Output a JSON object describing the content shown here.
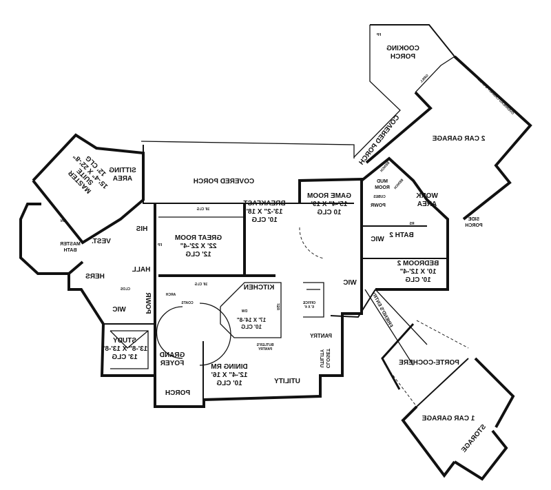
{
  "title": "First floor plan",
  "mirrored": true,
  "rooms": {
    "cooking_porch": [
      "COOKING",
      "PORCH"
    ],
    "covered_porch_diag": [
      "COVERED PORCH"
    ],
    "garage2": [
      "2 CAR GARAGE"
    ],
    "sitting": [
      "SITTING",
      "AREA"
    ],
    "master_suite": [
      "MASTER",
      "SUITE",
      "15'-4\" X 22'-8\"",
      "12' CLG"
    ],
    "covered_porch": [
      "COVERED PORCH"
    ],
    "game_room": [
      "GAME ROOM",
      "15'-4\" X 19'",
      "10 CLG"
    ],
    "mud_room": [
      "MUD",
      "ROOM"
    ],
    "work_area": [
      "WORK",
      "AREA"
    ],
    "side_porch": [
      "SIDE",
      "PORCH"
    ],
    "breakfast": [
      "BREAKFAST",
      "13'-2\" X 18'",
      "10' CLG"
    ],
    "great_room": [
      "GREAT ROOM",
      "22' X 22'-4\"",
      "12' CLG"
    ],
    "his": [
      "HIS"
    ],
    "vest": [
      "VEST."
    ],
    "master_bath": [
      "MASTER",
      "BATH"
    ],
    "hall": [
      "HALL"
    ],
    "hers": [
      "HERS"
    ],
    "bath2": [
      "BATH 2"
    ],
    "wic_bed2": [
      "WIC"
    ],
    "powr_game": [
      "POWR"
    ],
    "bedroom2": [
      "BEDROOM 2",
      "10' X 12'-4\"",
      "10' CLG"
    ],
    "kitchen": [
      "KITCHEN",
      "17' X 14'-8\"",
      "10' CLG"
    ],
    "wic_stair": [
      "WIC"
    ],
    "office": [
      "OFFICE",
      "6' X 4'"
    ],
    "pantry": [
      "PANTRY"
    ],
    "powr": [
      "POWR"
    ],
    "wic_study": [
      "WIC"
    ],
    "study": [
      "STUDY",
      "13'-8\" X 13'-8\"",
      "13' CLG"
    ],
    "grand_foyer": [
      "GRAND",
      "FOYER"
    ],
    "dining": [
      "DINING RM",
      "12'-4\" X 16'",
      "10' CLG"
    ],
    "butlers": [
      "BUTLER'S",
      "PANTRY"
    ],
    "utility": [
      "UTILITY"
    ],
    "closet_utility": [
      "CLOSET",
      "UTILITY"
    ],
    "porch": [
      "PORCH"
    ],
    "friends_entry": [
      "FRIEND'S ENTRY"
    ],
    "porte_cochere": [
      "PORTE-COCHERE"
    ],
    "garage1": [
      "1 CAR GARAGE"
    ],
    "storage": [
      "STORAGE"
    ]
  },
  "notes": {
    "fp": "FP",
    "fp2": "FP",
    "grill": "GRILL",
    "cubes": "CUBES",
    "bench": "BENCH",
    "clg18a": "18' CLG",
    "clg18b": "18' CLG",
    "coats": "COATS",
    "arch1": "ARCH",
    "arch2": "ARCH",
    "clos": "CLOS",
    "ref": "REF",
    "dw": "DW",
    "lin": "LIN",
    "bench2": "BENCH",
    "storage_note": "OVERHEAD CABINET & SHELF",
    "rs": "RS"
  }
}
